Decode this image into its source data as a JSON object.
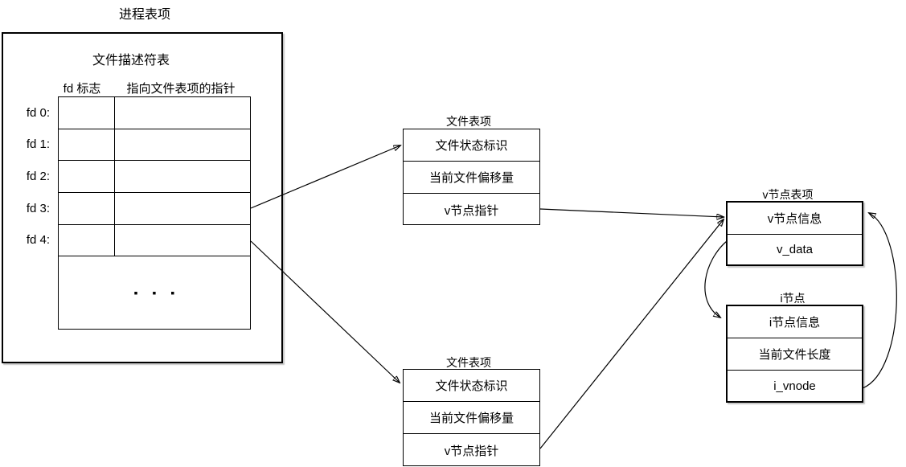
{
  "canvas": {
    "background": "#ffffff",
    "line_color": "#000000"
  },
  "process_table": {
    "title": "进程表项",
    "subtitle": "文件描述符表",
    "columns": [
      "fd 标志",
      "指向文件表项的指针"
    ],
    "fd_labels": [
      "fd 0:",
      "fd 1:",
      "fd 2:",
      "fd 3:",
      "fd 4:"
    ],
    "ellipsis": "▪ ▪ ▪"
  },
  "file_table_top": {
    "title": "文件表项",
    "rows": [
      "文件状态标识",
      "当前文件偏移量",
      "v节点指针"
    ]
  },
  "file_table_bottom": {
    "title": "文件表项",
    "rows": [
      "文件状态标识",
      "当前文件偏移量",
      "v节点指针"
    ]
  },
  "vnode_table": {
    "title": "v节点表项",
    "rows": [
      "v节点信息",
      "v_data"
    ]
  },
  "inode_table": {
    "title": "i节点",
    "rows": [
      "i节点信息",
      "当前文件长度",
      "i_vnode"
    ]
  }
}
